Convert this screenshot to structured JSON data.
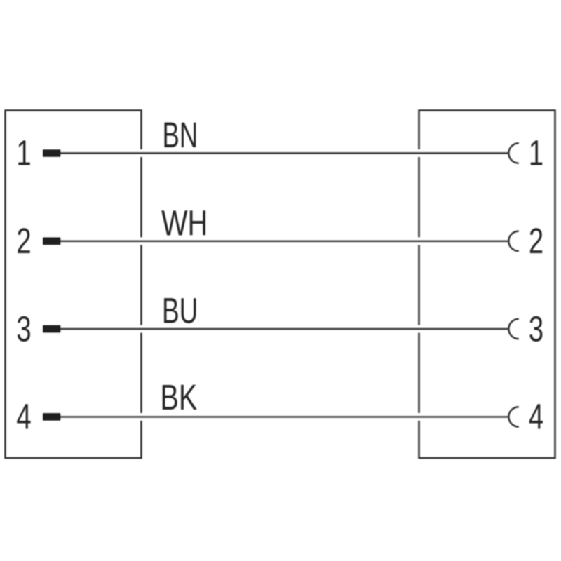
{
  "diagram": {
    "kind": "connector-wiring-pinout",
    "left_connector": {
      "pin_style": "male-plug-contact"
    },
    "right_connector": {
      "pin_style": "female-socket-contact"
    },
    "rows": [
      {
        "left_pin": "1",
        "wire_label": "BN",
        "right_pin": "1"
      },
      {
        "left_pin": "2",
        "wire_label": "WH",
        "right_pin": "2"
      },
      {
        "left_pin": "3",
        "wire_label": "BU",
        "right_pin": "3"
      },
      {
        "left_pin": "4",
        "wire_label": "BK",
        "right_pin": "4"
      }
    ],
    "colors": {
      "line": "#2e2e2e",
      "text": "#262626",
      "pin_fill": "#1f1f1f",
      "background": "#ffffff"
    }
  }
}
